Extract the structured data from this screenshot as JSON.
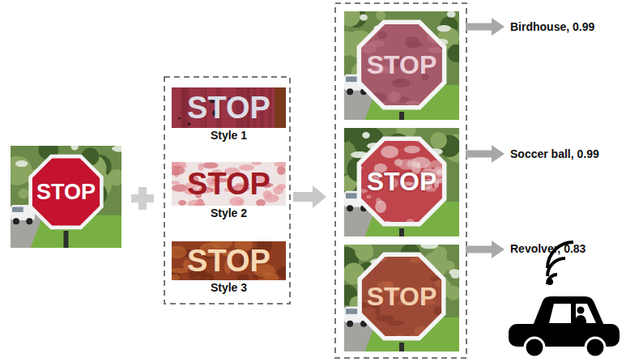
{
  "diagram": {
    "nodes": [
      {
        "text": [
          "STOP"
        ]
      },
      {
        "text": [
          "STOP",
          "Style 1"
        ]
      },
      {
        "text": [
          "STOP",
          "Style 2"
        ]
      },
      {
        "text": [
          "STOP",
          "Style 3"
        ]
      },
      {
        "text": [
          "STOP"
        ]
      },
      {
        "text": [
          "STOP"
        ]
      },
      {
        "text": [
          "STOP"
        ]
      },
      {
        "text": [
          "Birdhouse, 0.99"
        ]
      },
      {
        "text": [
          "Soccer ball, 0.99"
        ]
      },
      {
        "text": [
          "Revolver, 0.83"
        ]
      }
    ],
    "edges": [
      {
        "from": 4,
        "to": 7,
        "arrow": "to"
      },
      {
        "from": 5,
        "to": 8,
        "arrow": "to"
      },
      {
        "from": 6,
        "to": 9,
        "arrow": "to"
      }
    ]
  }
}
